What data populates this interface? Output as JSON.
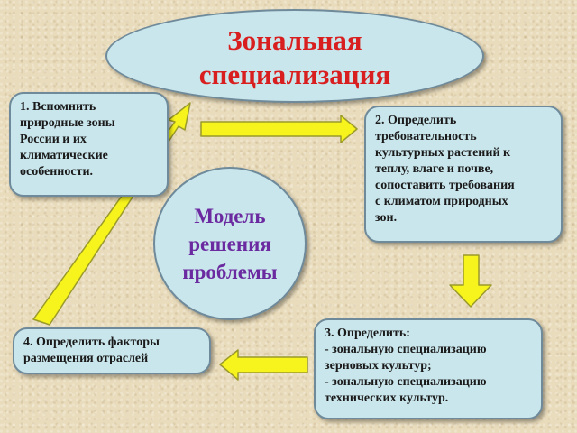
{
  "title": "Зональная\nспециализация",
  "center": "Модель\nрешения\nпроблемы",
  "steps": [
    "1. Вспомнить\nприродные зоны\nРоссии и их\nклиматические\nособенности.",
    "2. Определить\nтребовательность\nкультурных растений к\nтеплу, влаге и почве,\nсопоставить требования\nс климатом природных\nзон.",
    "3. Определить:\n- зональную специализацию\nзерновых культур;\n- зональную специализацию\nтехнических культур.",
    "4. Определить факторы\nразмещения отраслей"
  ],
  "colors": {
    "background": "#e9dcbc",
    "box_fill": "#c9e6ec",
    "box_border": "#6f8a9a",
    "title": "#d81e1e",
    "center_text": "#6b2aa0",
    "arrow_fill": "#f7f31c",
    "arrow_stroke": "#9a9a2a"
  }
}
